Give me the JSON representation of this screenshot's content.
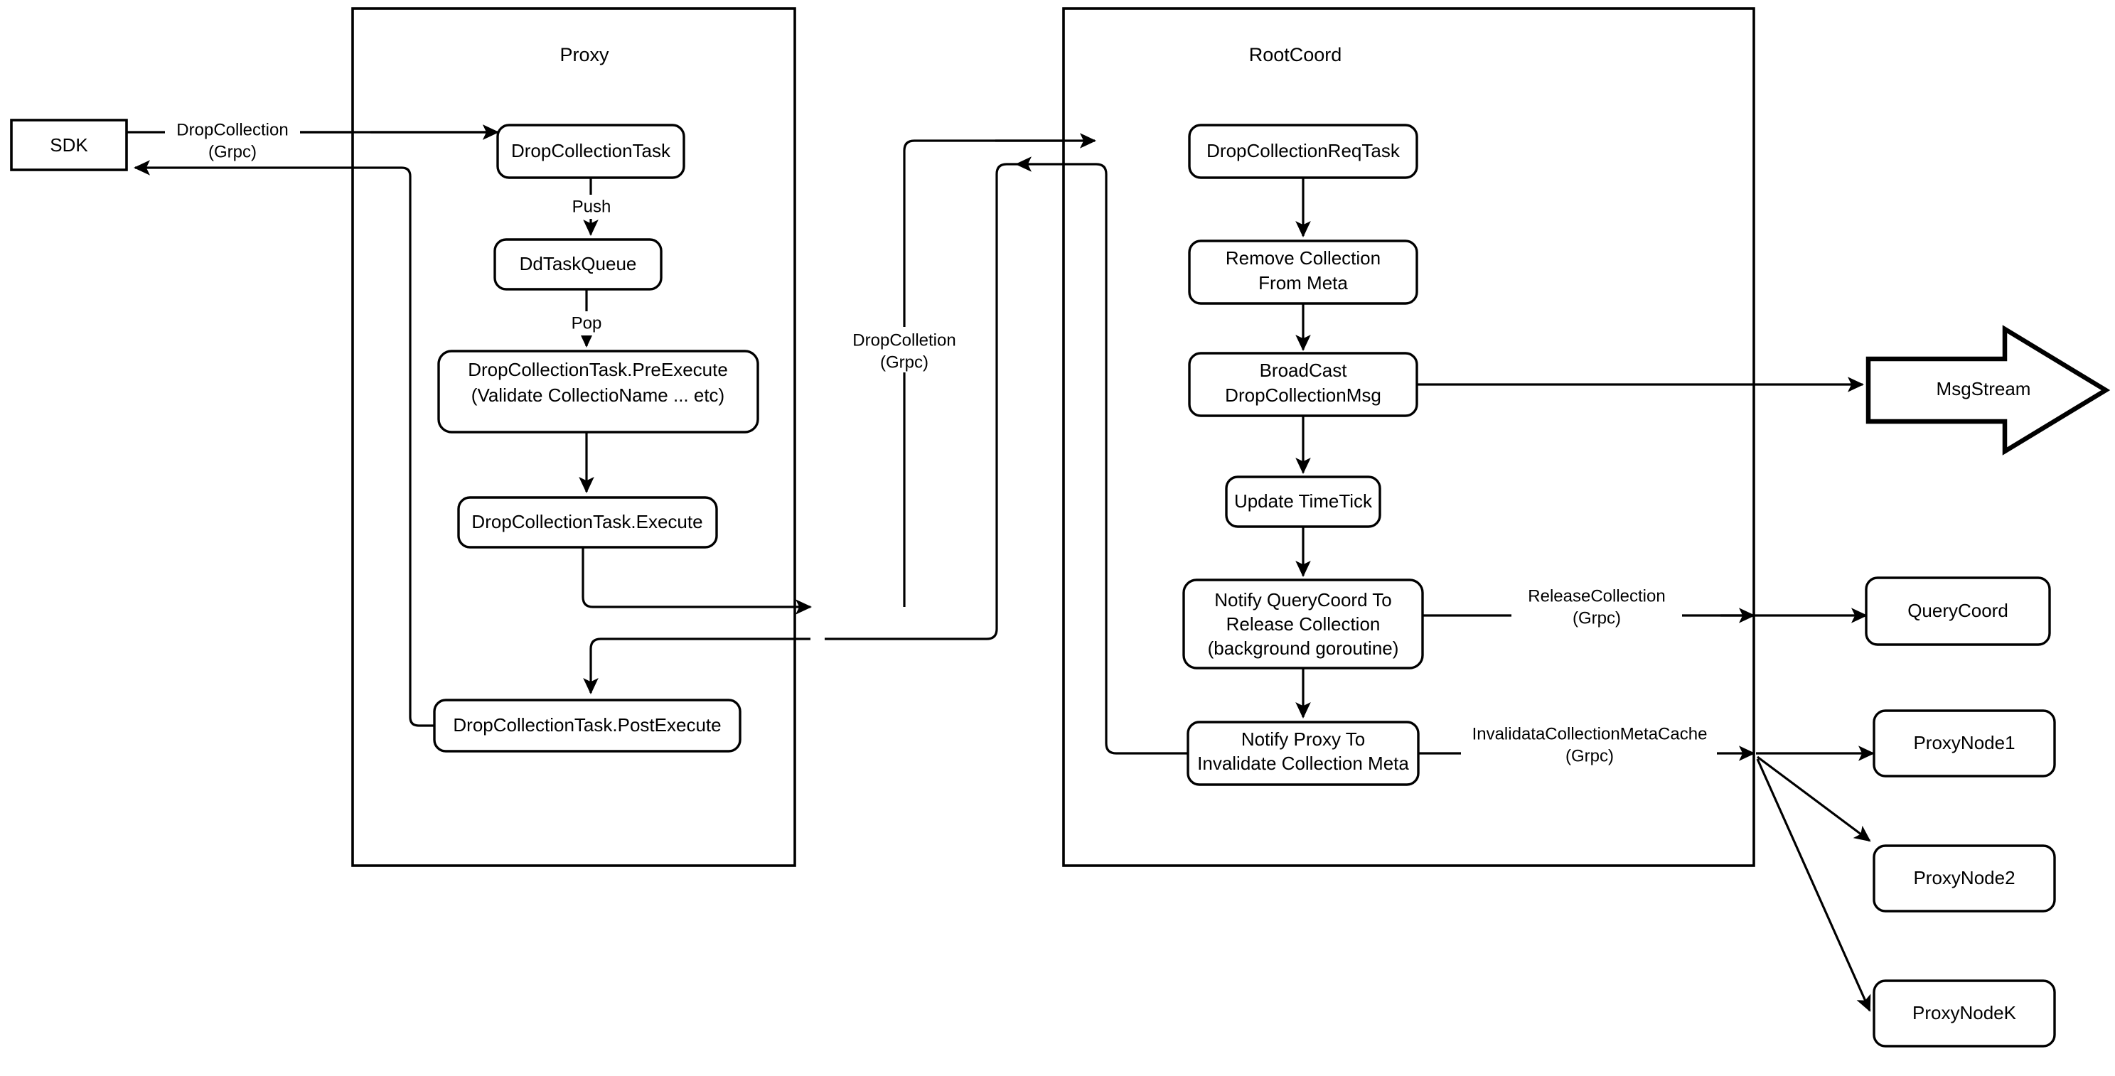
{
  "diagram": {
    "title": "DropCollection flow (Proxy / RootCoord)",
    "colors": {
      "stroke": "#000000",
      "fill": "#ffffff"
    }
  },
  "panels": {
    "proxy": {
      "title": "Proxy"
    },
    "rootcoord": {
      "title": "RootCoord"
    }
  },
  "external": {
    "sdk": "SDK",
    "msgstream": "MsgStream",
    "querycoord": "QueryCoord",
    "proxynode1": "ProxyNode1",
    "proxynode2": "ProxyNode2",
    "proxynodek": "ProxyNodeK"
  },
  "proxy_nodes": {
    "task": "DropCollectionTask",
    "queue": "DdTaskQueue",
    "preexecute_line1": "DropCollectionTask.PreExecute",
    "preexecute_line2": "(Validate CollectioName ... etc)",
    "execute": "DropCollectionTask.Execute",
    "postexecute": "DropCollectionTask.PostExecute"
  },
  "rootcoord_nodes": {
    "reqtask": "DropCollectionReqTask",
    "remove_meta_line1": "Remove Collection",
    "remove_meta_line2": "From Meta",
    "broadcast_line1": "BroadCast",
    "broadcast_line2": "DropCollectionMsg",
    "timetick": "Update TimeTick",
    "notify_query_line1": "Notify QueryCoord To",
    "notify_query_line2": "Release Collection",
    "notify_query_line3": "(background goroutine)",
    "notify_proxy_line1": "Notify Proxy To",
    "notify_proxy_line2": "Invalidate Collection Meta"
  },
  "edge_labels": {
    "sdk_to_proxy_l1": "DropCollection",
    "sdk_to_proxy_l2": "(Grpc)",
    "proxy_to_root_l1": "DropColletion",
    "proxy_to_root_l2": "(Grpc)",
    "push": "Push",
    "pop": "Pop",
    "release_l1": "ReleaseCollection",
    "release_l2": "(Grpc)",
    "invalidate_l1": "InvalidataCollectionMetaCache",
    "invalidate_l2": "(Grpc)"
  }
}
